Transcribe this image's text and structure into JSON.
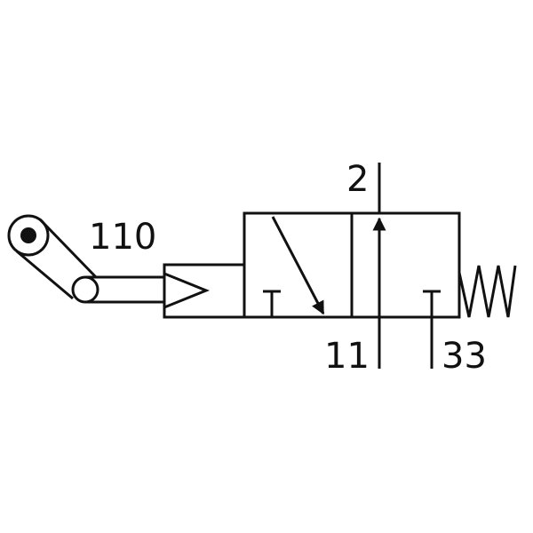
{
  "colors": {
    "line": "#111111",
    "background": "#ffffff"
  },
  "symbol": {
    "actuator": "roller-lever",
    "return": "spring",
    "port_labels": {
      "actuator_code": "110",
      "outlet": "2",
      "inlet": "11",
      "exhaust": "33"
    }
  }
}
